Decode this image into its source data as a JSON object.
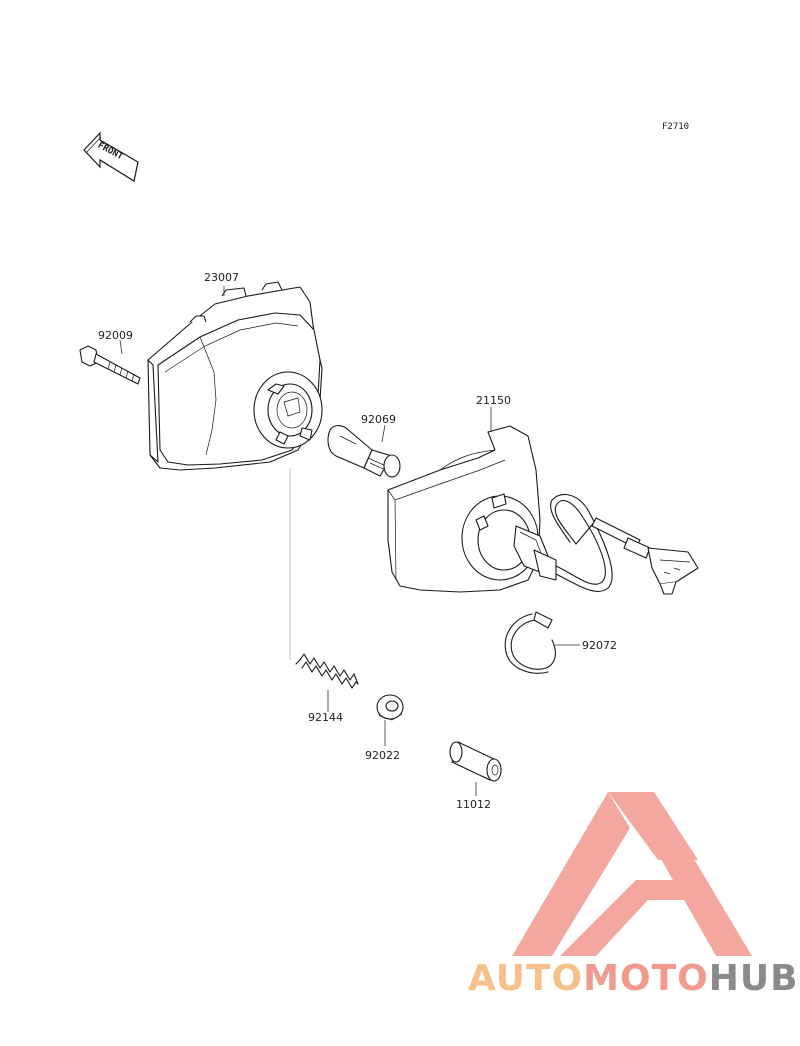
{
  "figure_code": "F2710",
  "front_arrow_text": "FRONT",
  "parts": {
    "lamp_housing": "23007",
    "bolt": "92009",
    "bulb": "92069",
    "socket_assembly": "21150",
    "band": "92072",
    "spring": "92144",
    "washer": "92022",
    "collar": "11012"
  },
  "watermark": {
    "part1": "AUTO",
    "part2": "MOTO",
    "part3": "HUB",
    "colors": {
      "auto": "#f7c08a",
      "moto": "#f29a8e",
      "hub": "#8a8a8a",
      "triangle": "#f4a39a"
    }
  }
}
